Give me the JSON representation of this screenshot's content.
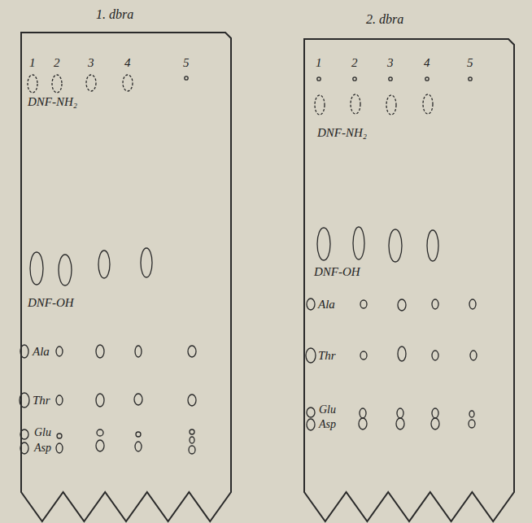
{
  "diagram": {
    "nodes": [
      {
        "text": [
          "1. dbra"
        ]
      },
      {
        "text": [
          "2. dbra"
        ]
      }
    ],
    "labels": [
      "1",
      "2",
      "3",
      "4",
      "5",
      "DNF-NH₂",
      "DNF-OH",
      "Ala",
      "Thr",
      "Glu",
      "Asp",
      "1",
      "2",
      "3",
      "4",
      "5",
      "DNF-NH₂",
      "DNF-OH",
      "Ala",
      "Thr",
      "Glu",
      "Asp"
    ]
  }
}
